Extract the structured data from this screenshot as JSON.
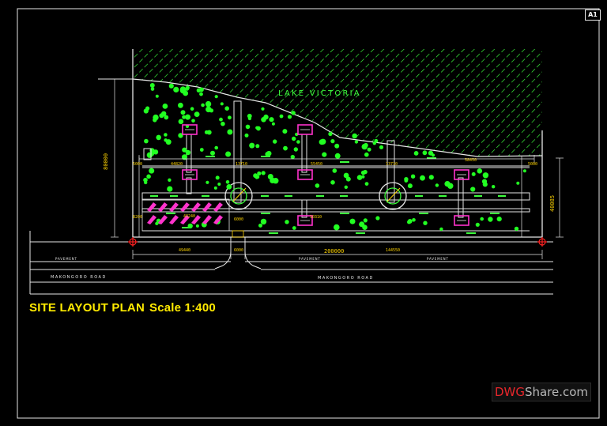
{
  "sheet": {
    "tag": "A1"
  },
  "title": {
    "main": "SITE LAYOUT PLAN",
    "scale": "Scale  1:400"
  },
  "labels": {
    "lake": "LAKE VICTORIA",
    "road_upper": "MAKONGORO ROAD",
    "road_lower": "MAKONGORO ROAD",
    "pavement": "PAVEMENT"
  },
  "dimensions": {
    "total_width": "200000",
    "left_height": "80000",
    "right_height": "40085",
    "bottom_left": "49440",
    "bottom_gate": "6000",
    "bottom_right": "144550",
    "top_a": "44820",
    "top_b": "13710",
    "top_c": "55450",
    "top_d": "13710",
    "top_e": "58450",
    "side_a": "5000",
    "side_b": "5000",
    "parking": "43240",
    "mid_a": "10310",
    "mid_b": "6000",
    "mid_c": "8200"
  },
  "colors": {
    "line": "#e6e6e6",
    "hatch": "#3dff3d",
    "tree": "#22ff22",
    "building": "#ff33cc",
    "dimension": "#ffd400",
    "title": "#ffea00",
    "marker": "#ff2222"
  },
  "watermark": {
    "part1": "DWG",
    "part2": "Share.com"
  }
}
